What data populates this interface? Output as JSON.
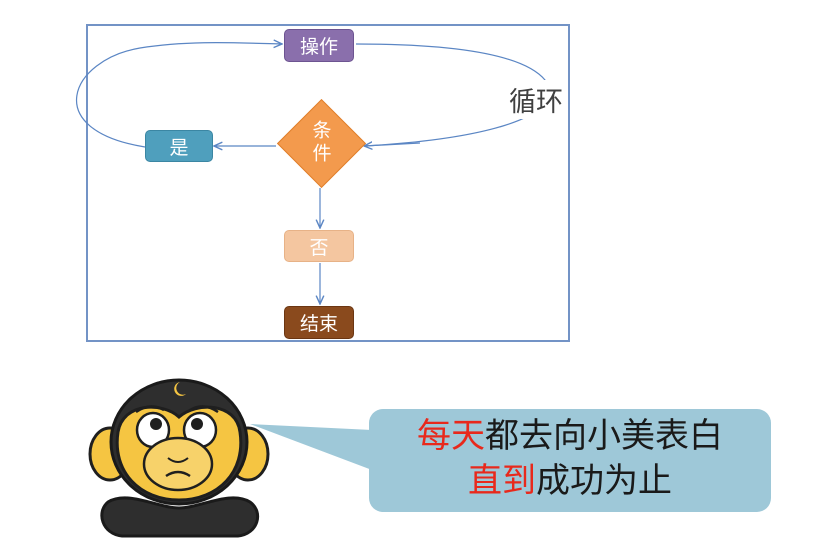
{
  "diagram": {
    "nodes": {
      "operation": "操作",
      "condition": "条件",
      "yes": "是",
      "no": "否",
      "end": "结束"
    },
    "loop_label": "循环"
  },
  "speech_bubble": {
    "line1_highlight": "每天",
    "line1_rest": "都去向小美表白",
    "line2_highlight": "直到",
    "line2_rest": "成功为止"
  },
  "colors": {
    "frame_border": "#7393c6",
    "operation": "#8a6fac",
    "condition": "#f39a4d",
    "yes": "#4f9fbd",
    "no": "#f4c6a0",
    "end": "#8a4a1d",
    "bubble": "#9ec8d8",
    "highlight": "#e8291c"
  },
  "icons": [
    "monkey-mascot-icon",
    "crescent-moon-icon"
  ]
}
